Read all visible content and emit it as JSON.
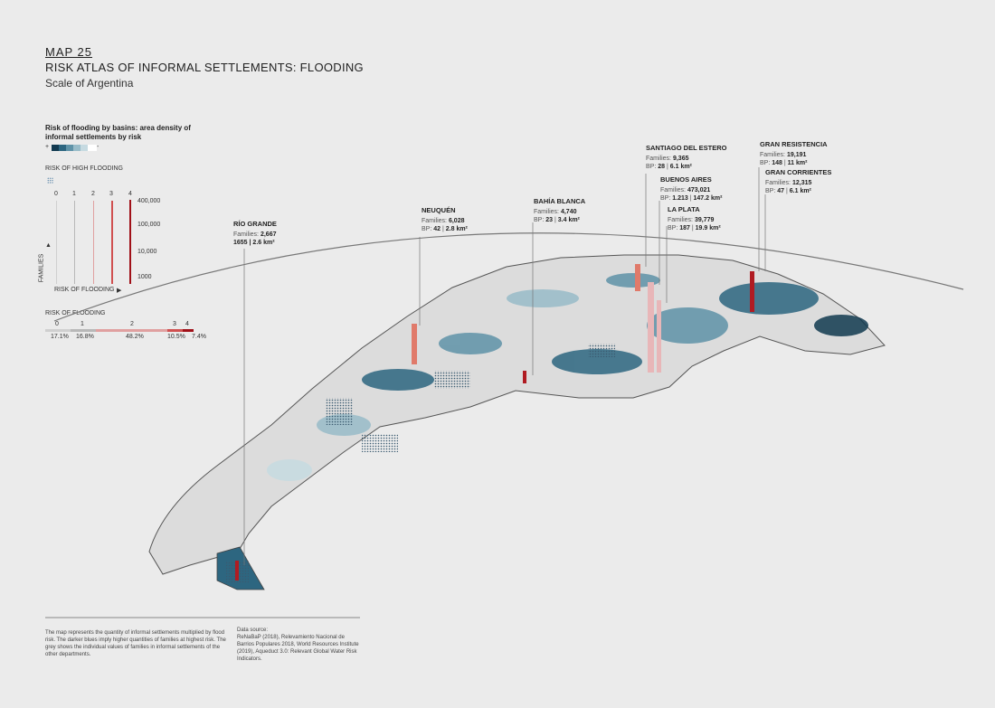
{
  "header": {
    "map_number": "MAP 25",
    "title": "RISK ATLAS OF INFORMAL SETTLEMENTS: FLOODING",
    "subtitle": "Scale of Argentina"
  },
  "legend": {
    "basin_title": "Risk of flooding by basins: area density of informal settlements by risk",
    "plus": "+",
    "minus": "-",
    "blue_scale": [
      "#123a50",
      "#2d6680",
      "#5f93a8",
      "#98bcc9",
      "#c6dae1",
      "#ffffff"
    ],
    "high_flooding_label": "RISK OF HIGH FLOODING",
    "risk_levels": [
      "0",
      "1",
      "2",
      "3",
      "4"
    ],
    "risk_colors": [
      "#cfcfcf",
      "#b8b8b8",
      "#e0a0a0",
      "#d05050",
      "#a01018"
    ],
    "family_ticks": [
      "400,000",
      "100,000",
      "10,000",
      "1000"
    ],
    "families_axis": "FAMILIES",
    "risk_axis": "RISK OF FLOODING",
    "distribution_title": "RISK OF FLOODING",
    "distribution": [
      {
        "level": "0",
        "percent": "17.1%",
        "share": 17.1
      },
      {
        "level": "1",
        "percent": "16.8%",
        "share": 16.8
      },
      {
        "level": "2",
        "percent": "48.2%",
        "share": 48.2
      },
      {
        "level": "3",
        "percent": "10.5%",
        "share": 10.5
      },
      {
        "level": "4",
        "percent": "7.4%",
        "share": 7.4
      }
    ]
  },
  "cities": [
    {
      "name": "RÍO GRANDE",
      "line1_label": "Families:",
      "families": "2,667",
      "line2": "1655 | 2.6 km²"
    },
    {
      "name": "NEUQUÉN",
      "line1_label": "Families:",
      "families": "6,028",
      "bp_label": "BP:",
      "bp": "42",
      "area": "2.8 km²"
    },
    {
      "name": "BAHÍA BLANCA",
      "line1_label": "Families:",
      "families": "4,740",
      "bp_label": "BP:",
      "bp": "23",
      "area": "3.4 km²"
    },
    {
      "name": "SANTIAGO DEL ESTERO",
      "line1_label": "Families:",
      "families": "9,365",
      "bp_label": "BP:",
      "bp": "28",
      "area": "6.1 km²"
    },
    {
      "name": "BUENOS AIRES",
      "line1_label": "Families:",
      "families": "473,021",
      "bp_label": "BP:",
      "bp": "1.213",
      "area": "147.2 km²"
    },
    {
      "name": "LA PLATA",
      "line1_label": "Families:",
      "families": "39,779",
      "bp_label": "BP:",
      "bp": "187",
      "area": "19.9 km²"
    },
    {
      "name": "GRAN RESISTENCIA",
      "line1_label": "Families:",
      "families": "19,191",
      "bp_label": "BP:",
      "bp": "148",
      "area": "11 km²"
    },
    {
      "name": "GRAN CORRIENTES",
      "line1_label": "Families:",
      "families": "12,315",
      "bp_label": "BP:",
      "bp": "47",
      "area": "6.1 km²"
    }
  ],
  "footer": {
    "description": "The map represents the quantity of informal settlements multiplied by flood risk. The darker blues imply higher quantities of families at highest risk. The grey shows the individual values of families in informal settlements of the other departments.",
    "source_title": "Data source:",
    "source": "ReNaBaP (2018), Relevamiento Nacional de Barrios Populares 2018, World Resources Institute (2019), Aqueduct 3.0: Relevant Global Water Risk Indicators."
  }
}
